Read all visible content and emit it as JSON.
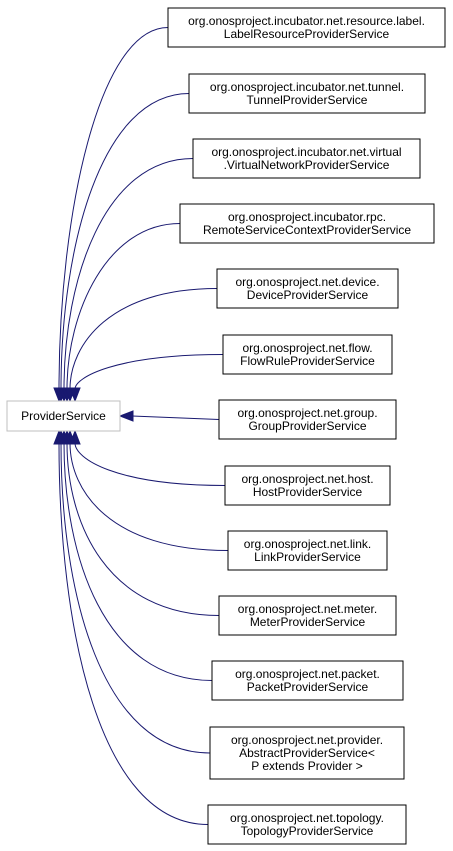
{
  "diagram": {
    "root": {
      "label": "ProviderService"
    },
    "nodes": [
      {
        "lines": [
          "org.onosproject.incubator.net.resource.label.",
          "LabelResourceProviderService"
        ]
      },
      {
        "lines": [
          "org.onosproject.incubator.net.tunnel.",
          "TunnelProviderService"
        ]
      },
      {
        "lines": [
          "org.onosproject.incubator.net.virtual",
          ".VirtualNetworkProviderService"
        ]
      },
      {
        "lines": [
          "org.onosproject.incubator.rpc.",
          "RemoteServiceContextProviderService"
        ]
      },
      {
        "lines": [
          "org.onosproject.net.device.",
          "DeviceProviderService"
        ]
      },
      {
        "lines": [
          "org.onosproject.net.flow.",
          "FlowRuleProviderService"
        ]
      },
      {
        "lines": [
          "org.onosproject.net.group.",
          "GroupProviderService"
        ]
      },
      {
        "lines": [
          "org.onosproject.net.host.",
          "HostProviderService"
        ]
      },
      {
        "lines": [
          "org.onosproject.net.link.",
          "LinkProviderService"
        ]
      },
      {
        "lines": [
          "org.onosproject.net.meter.",
          "MeterProviderService"
        ]
      },
      {
        "lines": [
          "org.onosproject.net.packet.",
          "PacketProviderService"
        ]
      },
      {
        "lines": [
          "org.onosproject.net.provider.",
          "AbstractProviderService<",
          "P extends Provider >"
        ]
      },
      {
        "lines": [
          "org.onosproject.net.topology.",
          "TopologyProviderService"
        ]
      }
    ],
    "colors": {
      "edge": "#191970",
      "root_border": "#bfbfbf",
      "node_border": "#000000"
    }
  }
}
